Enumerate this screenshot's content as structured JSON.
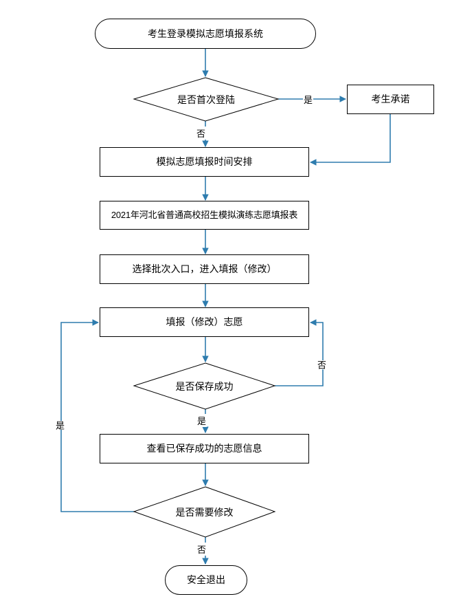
{
  "diagram": {
    "title_text": "",
    "colors": {
      "connector": "#2E7CAE",
      "shape_border": "#000000",
      "shape_fill": "#FFFFFF",
      "text": "#000000"
    },
    "nodes": [
      {
        "id": "start",
        "type": "terminator",
        "label": "考生登录模拟志愿填报系统"
      },
      {
        "id": "first_login",
        "type": "decision",
        "label": "是否首次登陆"
      },
      {
        "id": "promise",
        "type": "process",
        "label": "考生承诺"
      },
      {
        "id": "schedule",
        "type": "process",
        "label": "模拟志愿填报时间安排"
      },
      {
        "id": "form",
        "type": "process",
        "label": "2021年河北省普通高校招生模拟演练志愿填报表"
      },
      {
        "id": "select_batch",
        "type": "process",
        "label": "选择批次入口，进入填报（修改）"
      },
      {
        "id": "fill_volunteer",
        "type": "process",
        "label": "填报（修改）志愿"
      },
      {
        "id": "save_success",
        "type": "decision",
        "label": "是否保存成功"
      },
      {
        "id": "view_saved",
        "type": "process",
        "label": "查看已保存成功的志愿信息"
      },
      {
        "id": "need_modify",
        "type": "decision",
        "label": "是否需要修改"
      },
      {
        "id": "exit",
        "type": "terminator",
        "label": "安全退出"
      }
    ],
    "edge_labels": {
      "first_login_yes": "是",
      "first_login_no": "否",
      "save_success_no": "否",
      "save_success_yes": "是",
      "need_modify_yes": "是",
      "need_modify_no": "否"
    }
  }
}
